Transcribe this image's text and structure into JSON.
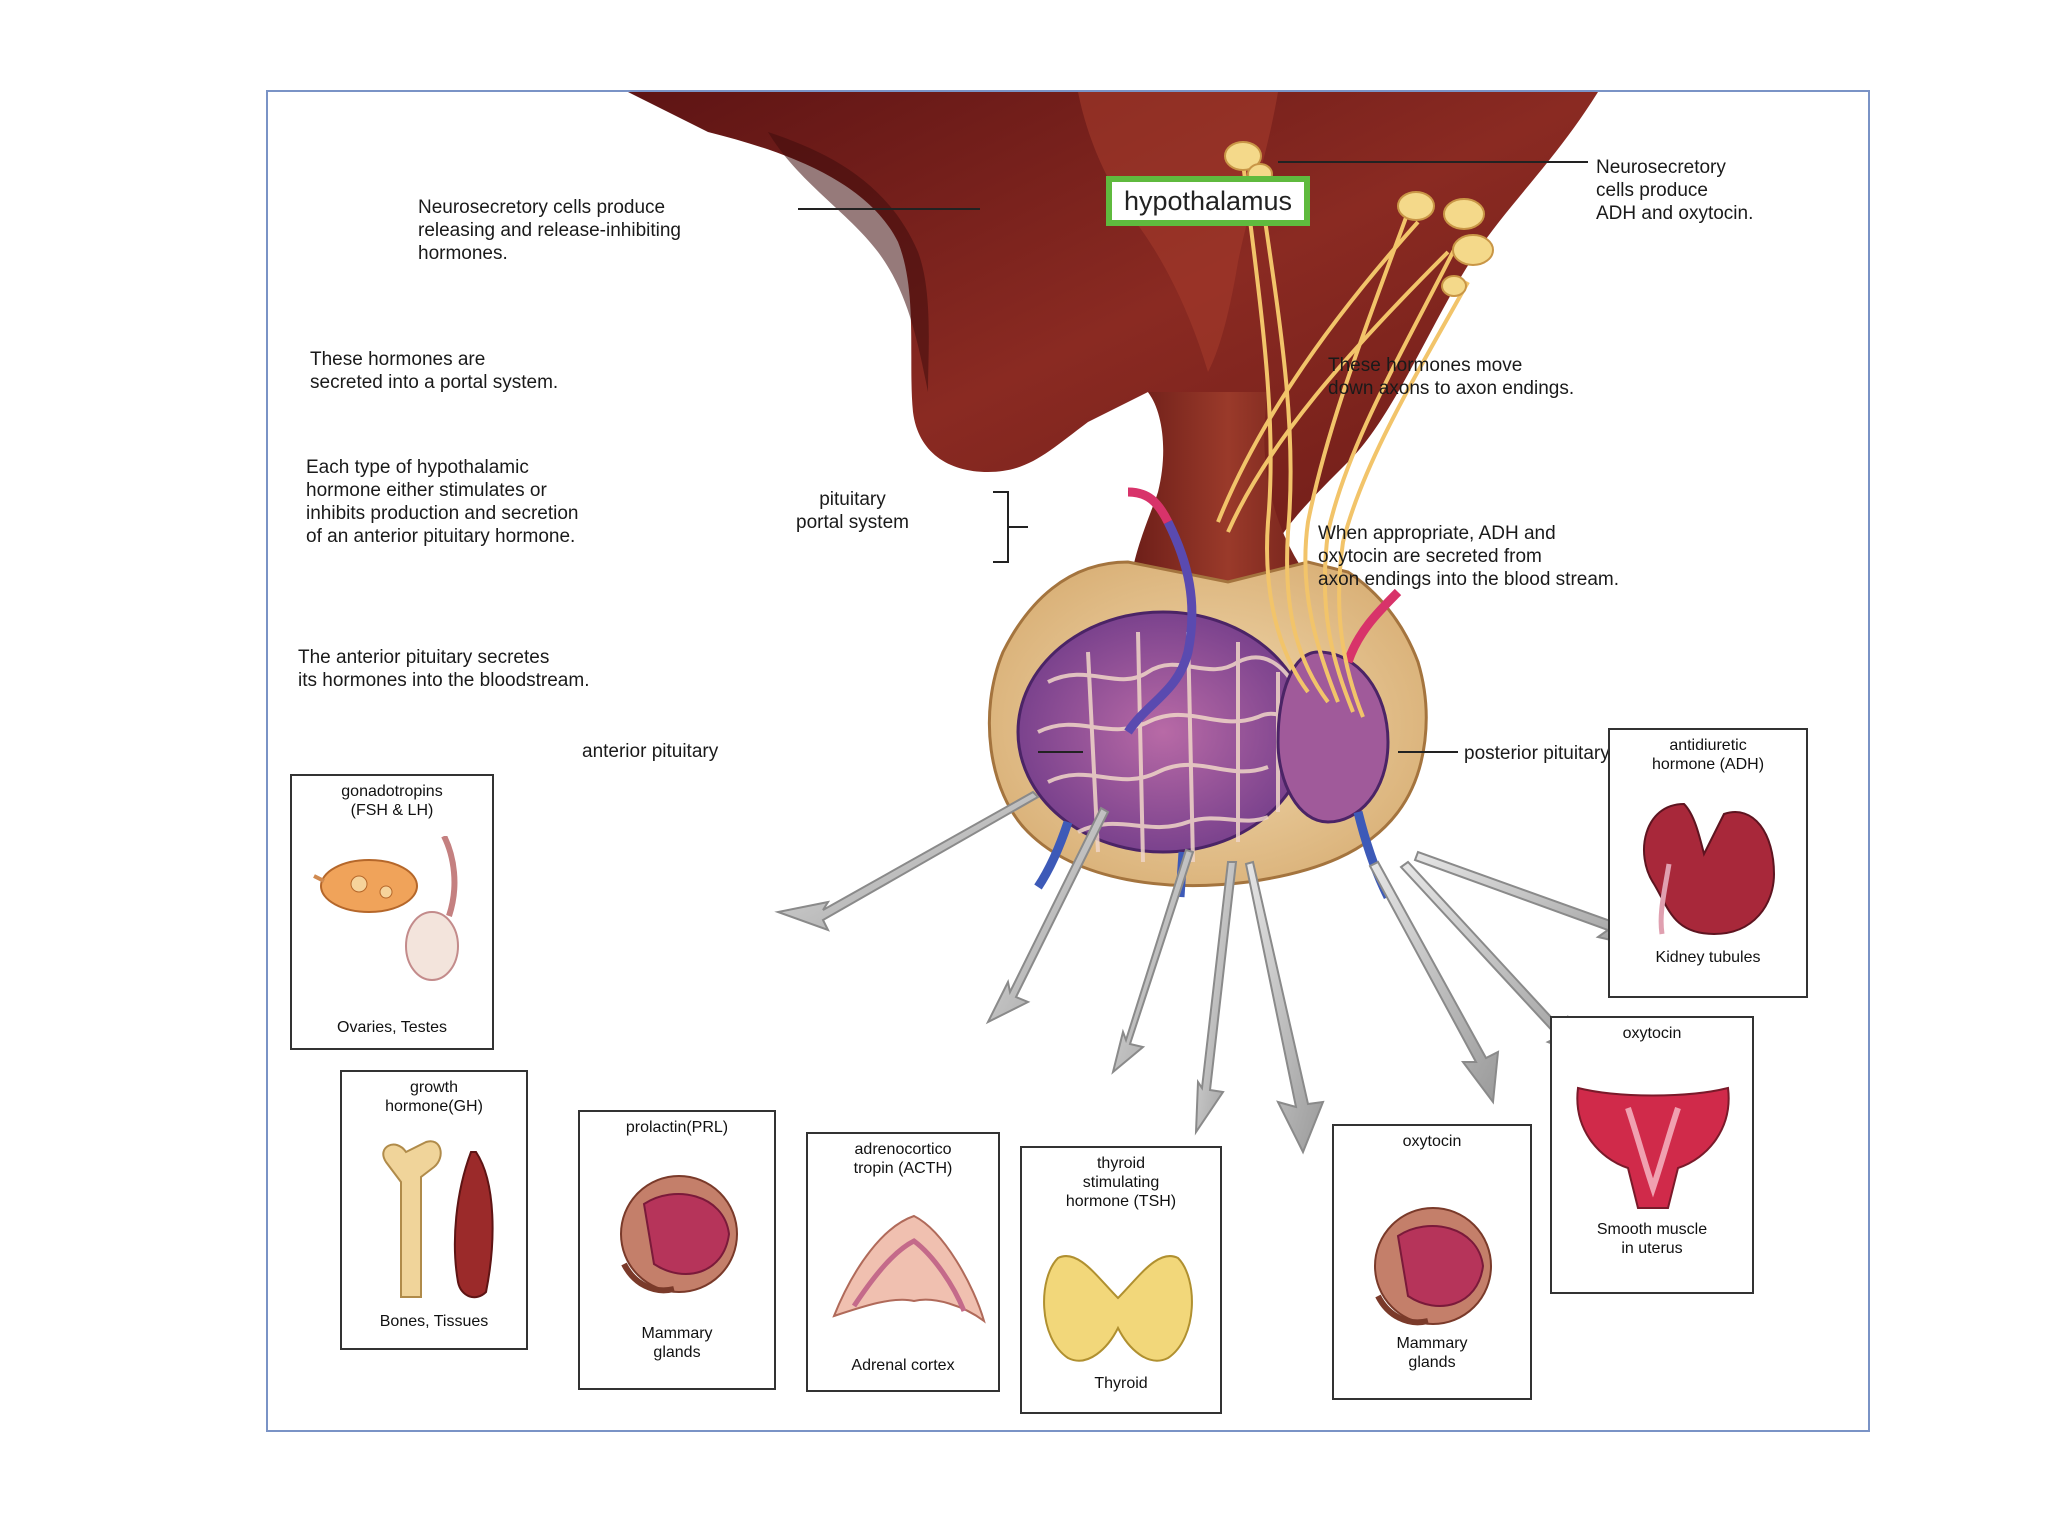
{
  "title_box": "hypothalamus",
  "annotations": {
    "neurosecretory_left": "Neurosecretory cells produce\nreleasing and release-inhibiting\nhormones.",
    "neurosecretory_right": "Neurosecretory\ncells produce\nADH and oxytocin.",
    "portal_system_secretion": "These hormones are\nsecreted into a portal system.",
    "hypothalamic_hormone": "Each type of hypothalamic\nhormone either stimulates or\ninhibits production and secretion\nof an anterior pituitary hormone.",
    "anterior_secretes": "The anterior pituitary secretes\nits hormones into the bloodstream.",
    "move_down_axons": "These hormones move\ndown axons to axon endings.",
    "adh_oxytocin_secreted": "When appropriate, ADH and\noxytocin are secreted from\naxon endings into the blood stream.",
    "pituitary_portal_system": "pituitary\nportal system",
    "anterior_pituitary": "anterior pituitary",
    "posterior_pituitary": "posterior pituitary"
  },
  "targets": [
    {
      "hormone": "gonadotropins\n(FSH & LH)",
      "tissue": "Ovaries, Testes",
      "icon": "ovary-testis-icon"
    },
    {
      "hormone": "growth\nhormone(GH)",
      "tissue": "Bones, Tissues",
      "icon": "bone-muscle-icon"
    },
    {
      "hormone": "prolactin(PRL)",
      "tissue": "Mammary\nglands",
      "icon": "mammary-gland-icon"
    },
    {
      "hormone": "adrenocortico\ntropin (ACTH)",
      "tissue": "Adrenal cortex",
      "icon": "adrenal-gland-icon"
    },
    {
      "hormone": "thyroid\nstimulating\nhormone (TSH)",
      "tissue": "Thyroid",
      "icon": "thyroid-icon"
    },
    {
      "hormone": "oxytocin",
      "tissue": "Mammary\nglands",
      "icon": "mammary-gland-icon"
    },
    {
      "hormone": "oxytocin",
      "tissue": "Smooth muscle\nin uterus",
      "icon": "uterus-icon"
    },
    {
      "hormone": "antidiuretic\nhormone (ADH)",
      "tissue": "Kidney tubules",
      "icon": "kidney-icon"
    }
  ],
  "colors": {
    "brain_tissue": "#7d1f1f",
    "axons": "#f2c46a",
    "portal_vessels": "#7a4aa0",
    "gland": "#e8c79a",
    "arrow": "#c8c8c8",
    "label_box_border": "#5fba3e",
    "frame_border": "#7a93c6"
  }
}
